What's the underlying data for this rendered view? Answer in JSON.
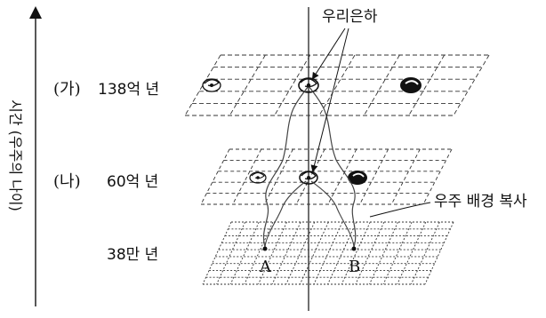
{
  "axis": {
    "label": "시간 (우주의 나이)"
  },
  "layers": [
    {
      "tag": "(가)",
      "age": "138억 년"
    },
    {
      "tag": "(나)",
      "age": "60억 년"
    },
    {
      "tag": "",
      "age": "38만 년"
    }
  ],
  "callouts": {
    "milky_way": "우리은하",
    "cmb": "우주 배경 복사"
  },
  "points": {
    "a": "A",
    "b": "B"
  }
}
